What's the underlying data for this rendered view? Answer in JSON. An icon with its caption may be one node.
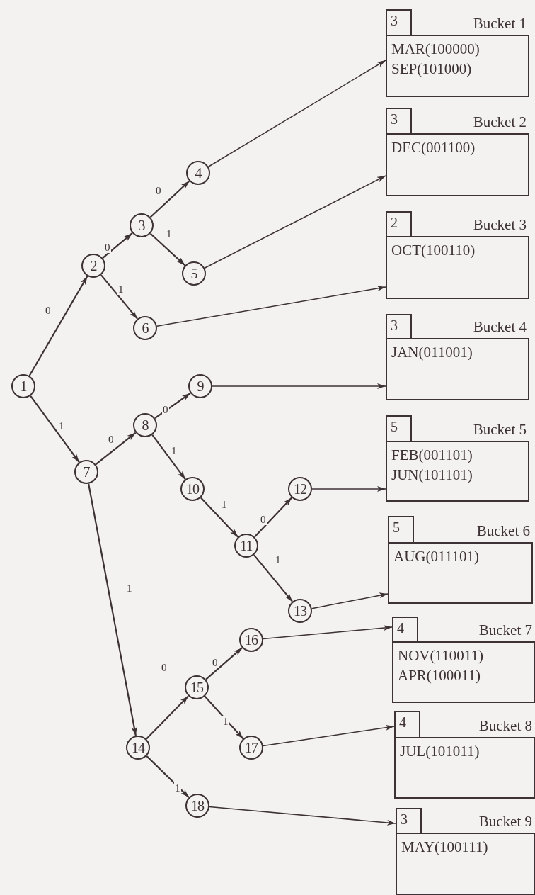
{
  "diagram": {
    "nodes": [
      {
        "text": [
          "1"
        ]
      },
      {
        "text": [
          "2"
        ]
      },
      {
        "text": [
          "3"
        ]
      },
      {
        "text": [
          "4"
        ]
      },
      {
        "text": [
          "5"
        ]
      },
      {
        "text": [
          "6"
        ]
      },
      {
        "text": [
          "7"
        ]
      },
      {
        "text": [
          "8"
        ]
      },
      {
        "text": [
          "9"
        ]
      },
      {
        "text": [
          "10"
        ]
      },
      {
        "text": [
          "11"
        ]
      },
      {
        "text": [
          "12"
        ]
      },
      {
        "text": [
          "13"
        ]
      },
      {
        "text": [
          "14"
        ]
      },
      {
        "text": [
          "15"
        ]
      },
      {
        "text": [
          "16"
        ]
      },
      {
        "text": [
          "17"
        ]
      },
      {
        "text": [
          "18"
        ]
      },
      {
        "text": [
          "3"
        ]
      },
      {
        "text": [
          "Bucket 1",
          "MAR(100000)",
          "SEP(101000)"
        ]
      },
      {
        "text": [
          "3"
        ]
      },
      {
        "text": [
          "Bucket 2",
          "DEC(001100)"
        ]
      },
      {
        "text": [
          "2"
        ]
      },
      {
        "text": [
          "Bucket 3",
          "OCT(100110)"
        ]
      },
      {
        "text": [
          "3"
        ]
      },
      {
        "text": [
          "Bucket 4",
          "JAN(011001)"
        ]
      },
      {
        "text": [
          "5"
        ]
      },
      {
        "text": [
          "Bucket 5",
          "FEB(001101)",
          "JUN(101101)"
        ]
      },
      {
        "text": [
          "5"
        ]
      },
      {
        "text": [
          "Bucket 6",
          "AUG(011101)"
        ]
      },
      {
        "text": [
          "4"
        ]
      },
      {
        "text": [
          "Bucket 7",
          "NOV(110011)",
          "APR(100011)"
        ]
      },
      {
        "text": [
          "4"
        ]
      },
      {
        "text": [
          "Bucket 8",
          "JUL(101011)"
        ]
      },
      {
        "text": [
          "3"
        ]
      },
      {
        "text": [
          "Bucket 9",
          "MAY(100111)"
        ]
      }
    ],
    "edges": [
      {
        "from": 0,
        "to": 1,
        "arrow": "to",
        "label": "0"
      },
      {
        "from": 0,
        "to": 6,
        "arrow": "to",
        "label": "1"
      },
      {
        "from": 1,
        "to": 2,
        "arrow": "to",
        "label": "0"
      },
      {
        "from": 1,
        "to": 5,
        "arrow": "to",
        "label": "1"
      },
      {
        "from": 2,
        "to": 3,
        "arrow": "to",
        "label": "0"
      },
      {
        "from": 2,
        "to": 4,
        "arrow": "to",
        "label": "1"
      },
      {
        "from": 6,
        "to": 7,
        "arrow": "to",
        "label": "0"
      },
      {
        "from": 6,
        "to": 13,
        "arrow": "to",
        "label": "1"
      },
      {
        "from": 7,
        "to": 8,
        "arrow": "to",
        "label": "0"
      },
      {
        "from": 7,
        "to": 9,
        "arrow": "to",
        "label": "1"
      },
      {
        "from": 9,
        "to": 10,
        "arrow": "to",
        "label": "1"
      },
      {
        "from": 10,
        "to": 11,
        "arrow": "to",
        "label": "0"
      },
      {
        "from": 10,
        "to": 12,
        "arrow": "to",
        "label": "1"
      },
      {
        "from": 13,
        "to": 14,
        "arrow": "to",
        "label": "0"
      },
      {
        "from": 13,
        "to": 17,
        "arrow": "to",
        "label": "1"
      },
      {
        "from": 14,
        "to": 15,
        "arrow": "to",
        "label": "0"
      },
      {
        "from": 14,
        "to": 16,
        "arrow": "to",
        "label": "1"
      },
      {
        "from": 3,
        "to": 19,
        "arrow": "to"
      },
      {
        "from": 4,
        "to": 21,
        "arrow": "to"
      },
      {
        "from": 5,
        "to": 23,
        "arrow": "to"
      },
      {
        "from": 8,
        "to": 25,
        "arrow": "to"
      },
      {
        "from": 11,
        "to": 27,
        "arrow": "to"
      },
      {
        "from": 12,
        "to": 29,
        "arrow": "to"
      },
      {
        "from": 15,
        "to": 31,
        "arrow": "to"
      },
      {
        "from": 16,
        "to": 33,
        "arrow": "to"
      },
      {
        "from": 17,
        "to": 35,
        "arrow": "to"
      }
    ]
  }
}
